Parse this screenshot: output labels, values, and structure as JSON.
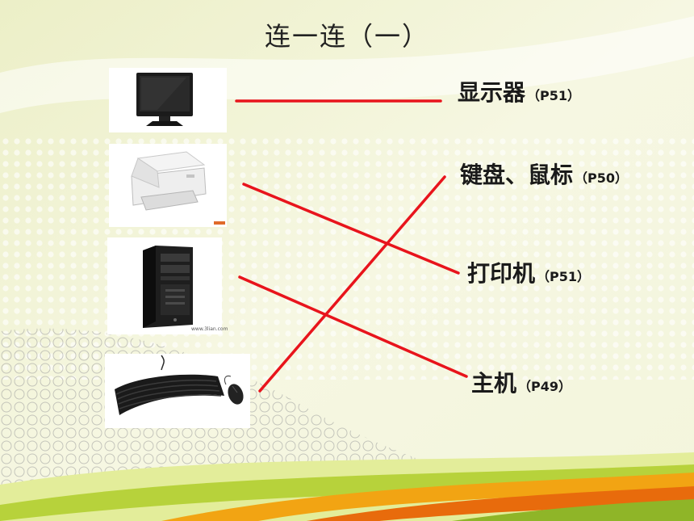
{
  "slide": {
    "title": "连一连（一）",
    "line_color": "#e8141c",
    "background_color": "#f4f5dc",
    "accent_colors": [
      "#b7d23b",
      "#f2a413",
      "#e86b0c",
      "#8fb528"
    ]
  },
  "images": [
    {
      "name": "monitor-image",
      "icon": "monitor-icon"
    },
    {
      "name": "printer-image",
      "icon": "printer-icon"
    },
    {
      "name": "tower-image",
      "icon": "computer-tower-icon",
      "caption": "www.3lian.com"
    },
    {
      "name": "keyboard-mouse-image",
      "icon": "keyboard-icon"
    }
  ],
  "labels": [
    {
      "text": "显示器",
      "ref": "（P51）"
    },
    {
      "text": "键盘、鼠标",
      "ref": "（P50）"
    },
    {
      "text": "打印机",
      "ref": "（P51）"
    },
    {
      "text": "主机",
      "ref": "（P49）"
    }
  ]
}
